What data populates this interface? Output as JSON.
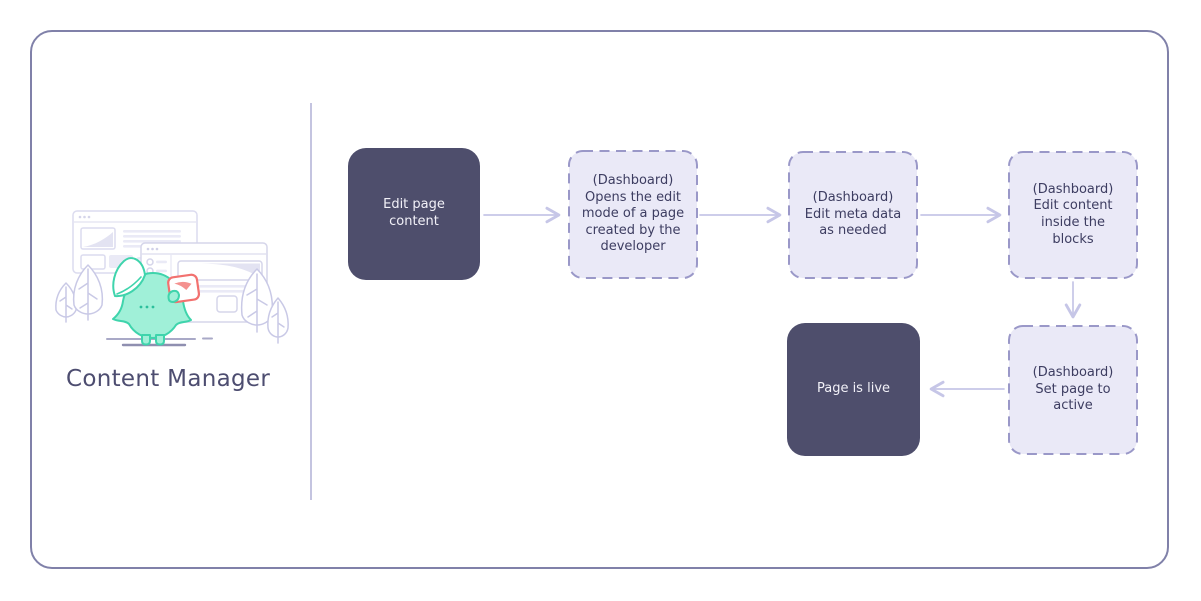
{
  "panel": {
    "title": "Content Manager"
  },
  "icons": {
    "mascot": "mascot-illustration",
    "browser_windows": "browser-windows-illustration",
    "leaves": "leaf-plants-illustration",
    "card": "coral-card-illustration"
  },
  "flowchart": {
    "nodes": [
      {
        "id": "edit-page-content",
        "type": "solid",
        "label": "Edit page\ncontent"
      },
      {
        "id": "open-edit-mode",
        "type": "dashed",
        "label": "(Dashboard)\nOpens the edit\nmode of a page\ncreated by the\ndeveloper"
      },
      {
        "id": "edit-meta-data",
        "type": "dashed",
        "label": "(Dashboard)\nEdit meta data\nas needed"
      },
      {
        "id": "edit-content-blocks",
        "type": "dashed",
        "label": "(Dashboard)\nEdit content\ninside the\nblocks"
      },
      {
        "id": "set-page-active",
        "type": "dashed",
        "label": "(Dashboard)\nSet page to\nactive"
      },
      {
        "id": "page-is-live",
        "type": "solid",
        "label": "Page is live"
      }
    ],
    "connections": [
      {
        "from": "edit-page-content",
        "to": "open-edit-mode",
        "direction": "right"
      },
      {
        "from": "open-edit-mode",
        "to": "edit-meta-data",
        "direction": "right"
      },
      {
        "from": "edit-meta-data",
        "to": "edit-content-blocks",
        "direction": "right"
      },
      {
        "from": "edit-content-blocks",
        "to": "set-page-active",
        "direction": "down"
      },
      {
        "from": "set-page-active",
        "to": "page-is-live",
        "direction": "left"
      }
    ]
  },
  "colors": {
    "page_border": "#8081a9",
    "divider": "#b6b6d8",
    "solid_node_bg": "#4e4e6c",
    "solid_node_text": "#f2f1f8",
    "dashed_node_bg": "#eae9f7",
    "dashed_node_border": "#9a98c8",
    "dashed_node_text": "#3d3d61",
    "arrow": "#c6c6e7",
    "title_text": "#4d4d70",
    "mascot_fill": "#a0f0d8",
    "mascot_stroke": "#3fd4ac",
    "card_stroke": "#f2716f",
    "card_swoosh": "#f4918f",
    "illustration_line": "#d7d7ec"
  }
}
